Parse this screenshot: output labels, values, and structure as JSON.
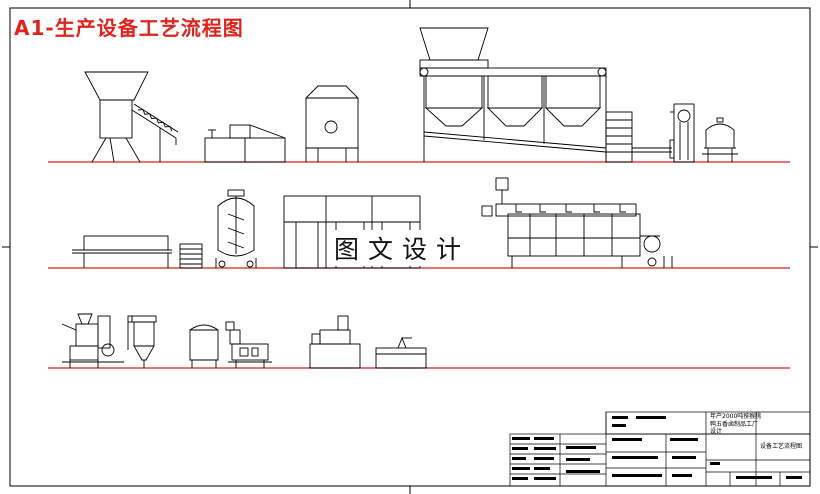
{
  "header": {
    "title": "A1-生产设备工艺流程图"
  },
  "watermark": {
    "text": "图文设计"
  },
  "title_block": {
    "project_line1": "年产2000吨猕猴桃",
    "project_line2": "鸭五香卤制品工厂",
    "project_line3": "设计",
    "drawing_name": "设备工艺流程图"
  },
  "colors": {
    "ground_line": "#d9211b",
    "line": "#000000",
    "border": "#000000",
    "title": "#e0231c"
  }
}
